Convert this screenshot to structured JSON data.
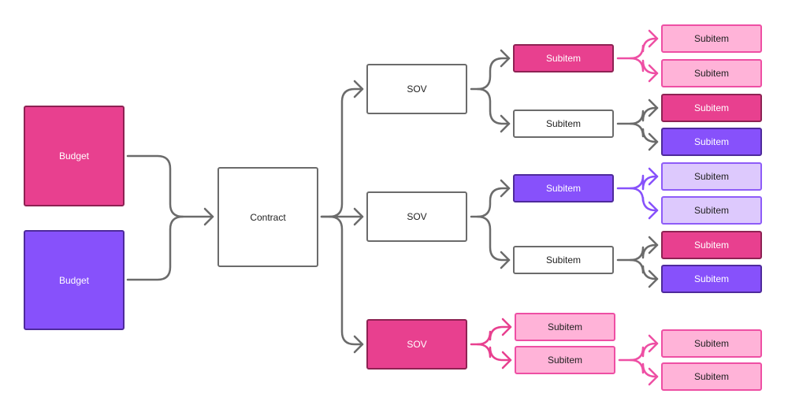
{
  "colors": {
    "gray": "#6b6b6b",
    "magenta": "#e8408f",
    "purple": "#8751fb",
    "pink": "#ffb3d8",
    "lavender": "#ddc9fd"
  },
  "nodes": {
    "budget_1": "Budget",
    "budget_2": "Budget",
    "contract": "Contract",
    "sov_1": "SOV",
    "sov_2": "SOV",
    "sov_3": "SOV",
    "sub_a": "Subitem",
    "sub_b": "Subitem",
    "sub_c": "Subitem",
    "sub_d": "Subitem",
    "sub_e": "Subitem",
    "sub_f": "Subitem",
    "leaf_1": "Subitem",
    "leaf_2": "Subitem",
    "leaf_3": "Subitem",
    "leaf_4": "Subitem",
    "leaf_5": "Subitem",
    "leaf_6": "Subitem",
    "leaf_7": "Subitem",
    "leaf_8": "Subitem",
    "leaf_9": "Subitem",
    "leaf_10": "Subitem"
  }
}
